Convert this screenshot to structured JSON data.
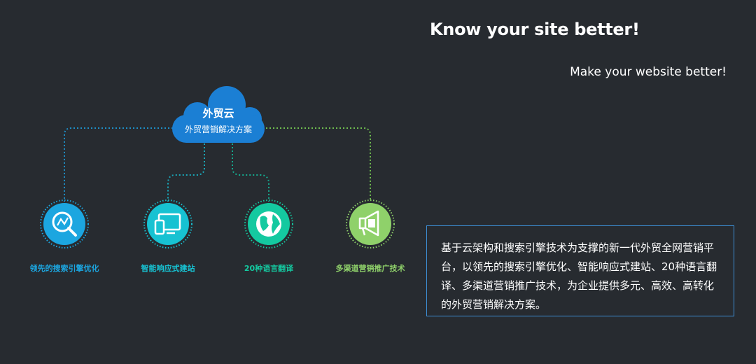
{
  "header": {
    "title": "Know your site better!",
    "subtitle": "Make your website better!"
  },
  "cloud": {
    "title": "外贸云",
    "subtitle": "外贸营销解决方案"
  },
  "features": [
    {
      "label": "领先的搜索引擎优化",
      "icon": "analytics-search-icon",
      "color": "#1ca6e0"
    },
    {
      "label": "智能响应式建站",
      "icon": "responsive-devices-icon",
      "color": "#17c2d2"
    },
    {
      "label": "20种语言翻译",
      "icon": "globe-icon",
      "color": "#14c9a0"
    },
    {
      "label": "多渠道营销推广技术",
      "icon": "megaphone-icon",
      "color": "#8fd16a"
    }
  ],
  "description": "基于云架构和搜索引擎技术为支撑的新一代外贸全网营销平台，以领先的搜索引擎优化、智能响应式建站、20种语言翻译、多渠道营销推广技术，为企业提供多元、高效、高转化的外贸营销解决方案。",
  "colors": {
    "background": "#272b30",
    "cloud": "#1b7fd4",
    "box_border": "#3d8fd6"
  }
}
